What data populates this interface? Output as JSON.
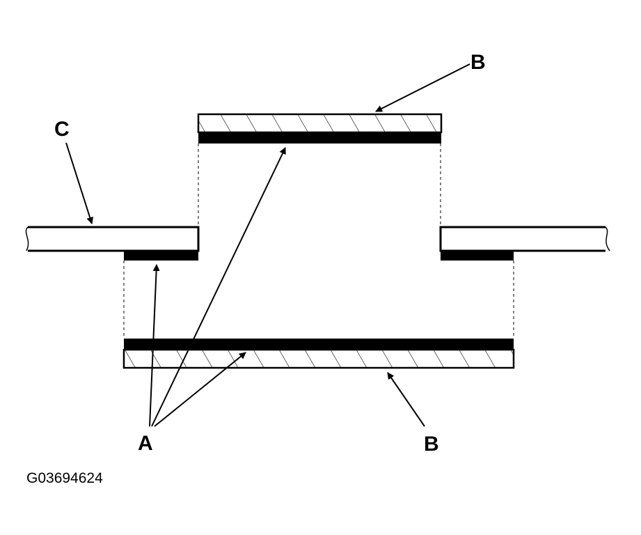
{
  "diagram": {
    "callouts": {
      "a": "A",
      "b_top": "B",
      "b_bottom": "B",
      "c": "C"
    },
    "figure_id": "G03694624",
    "colors": {
      "ink": "#000000",
      "paper": "#ffffff"
    }
  }
}
